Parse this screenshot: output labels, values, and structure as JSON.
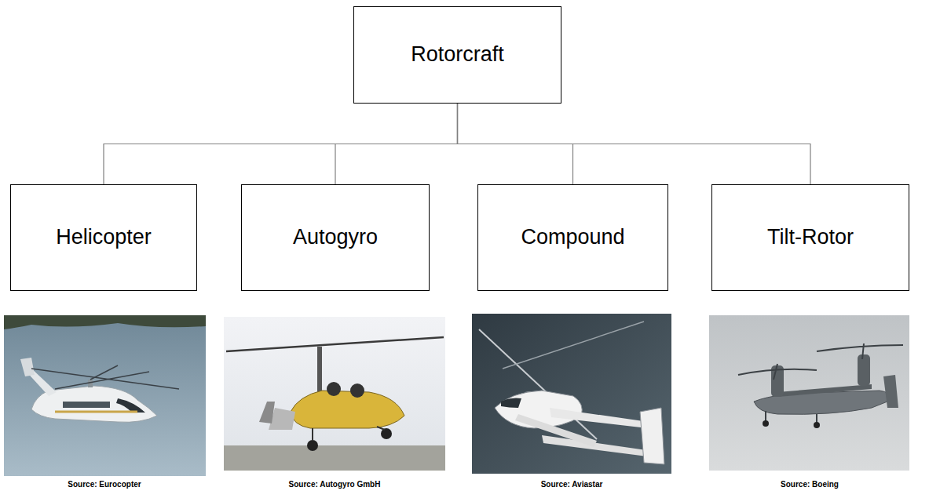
{
  "diagram": {
    "nodes": [
      {
        "text": [
          "Rotorcraft"
        ]
      },
      {
        "text": [
          "Helicopter"
        ]
      },
      {
        "text": [
          "Autogyro"
        ]
      },
      {
        "text": [
          "Compound"
        ]
      },
      {
        "text": [
          "Tilt-Rotor"
        ]
      }
    ],
    "edges": [
      {
        "from": 0,
        "to": 1,
        "arrow": "none"
      },
      {
        "from": 0,
        "to": 2,
        "arrow": "none"
      },
      {
        "from": 0,
        "to": 3,
        "arrow": "none"
      },
      {
        "from": 0,
        "to": 4,
        "arrow": "none"
      }
    ],
    "labels": [
      "Source: Eurocopter",
      "Source: Autogyro GmbH",
      "Source: Aviastar",
      "Source: Boeing"
    ]
  }
}
